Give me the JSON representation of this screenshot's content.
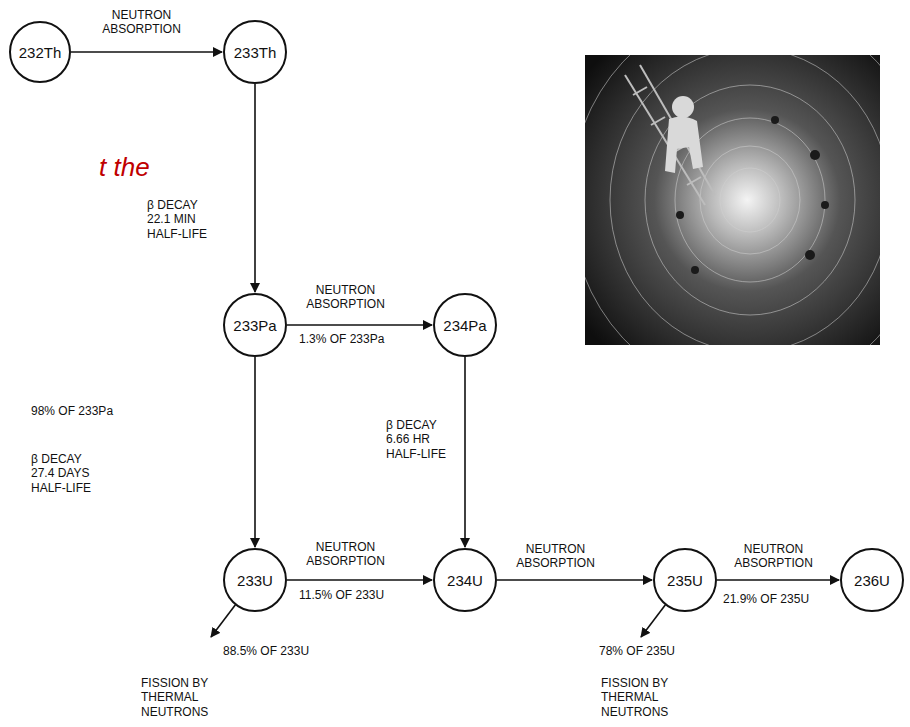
{
  "diagram": {
    "nodes": [
      {
        "text": [
          "232Th"
        ]
      },
      {
        "text": [
          "233Th"
        ]
      },
      {
        "text": [
          "233Pa"
        ]
      },
      {
        "text": [
          "234Pa"
        ]
      },
      {
        "text": [
          "233U"
        ]
      },
      {
        "text": [
          "234U"
        ]
      },
      {
        "text": [
          "235U"
        ]
      },
      {
        "text": [
          "236U"
        ]
      }
    ],
    "edges": [
      {
        "from": 0,
        "to": 1,
        "arrow": "to",
        "label": "NEUTRON ABSORPTION"
      },
      {
        "from": 1,
        "to": 2,
        "arrow": "to",
        "label": "β DECAY 22.1 MIN HALF-LIFE"
      },
      {
        "from": 2,
        "to": 3,
        "arrow": "to",
        "label": "NEUTRON ABSORPTION"
      },
      {
        "from": 2,
        "to": 4,
        "arrow": "to",
        "label": "β DECAY 27.4 DAYS HALF-LIFE"
      },
      {
        "from": 3,
        "to": 5,
        "arrow": "to",
        "label": "β DECAY 6.66 HR HALF-LIFE"
      },
      {
        "from": 4,
        "to": 5,
        "arrow": "to",
        "label": "NEUTRON ABSORPTION"
      },
      {
        "from": 5,
        "to": 6,
        "arrow": "to",
        "label": "NEUTRON ABSORPTION"
      },
      {
        "from": 6,
        "to": 7,
        "arrow": "to",
        "label": "NEUTRON ABSORPTION"
      }
    ],
    "labels": [
      "t the",
      "1.3% OF 233Pa",
      "98% OF 233Pa",
      "11.5% OF 233U",
      "88.5% OF 233U",
      "FISSION BY THERMAL NEUTRONS",
      "21.9% OF 235U",
      "78% OF 235U",
      "FISSION BY THERMAL NEUTRONS"
    ]
  }
}
